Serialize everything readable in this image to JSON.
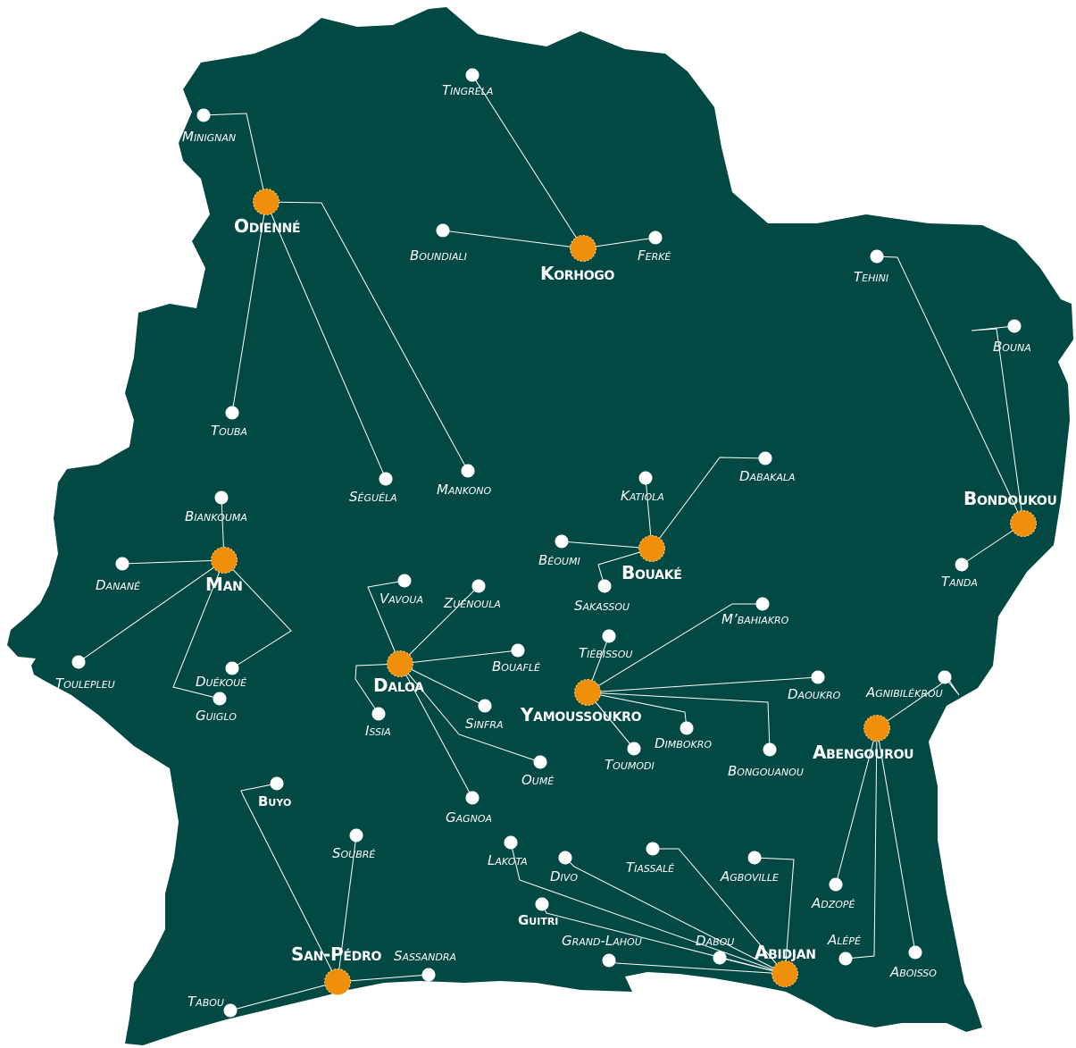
{
  "colors": {
    "land": "#024843",
    "hub": "#f0900a",
    "town": "#ffffff",
    "link": "#ffffff"
  },
  "hubs": [
    {
      "id": "odienne",
      "label": "Odienné"
    },
    {
      "id": "korhogo",
      "label": "Korhogo"
    },
    {
      "id": "man",
      "label": "Man"
    },
    {
      "id": "daloa",
      "label": "Daloa"
    },
    {
      "id": "bouake",
      "label": "Bouaké"
    },
    {
      "id": "yamoussoukro",
      "label": "Yamoussoukro"
    },
    {
      "id": "bondoukou",
      "label": "Bondoukou"
    },
    {
      "id": "abengourou",
      "label": "Abengourou"
    },
    {
      "id": "sanpedro",
      "label": "San-Pédro"
    },
    {
      "id": "abidjan",
      "label": "Abidjan"
    }
  ],
  "towns": [
    {
      "id": "minignan",
      "label": "Minignan",
      "hub": "odienne"
    },
    {
      "id": "touba",
      "label": "Touba",
      "hub": "odienne"
    },
    {
      "id": "seguela",
      "label": "Séguéla",
      "hub": "odienne"
    },
    {
      "id": "mankono",
      "label": "Mankono",
      "hub": "odienne"
    },
    {
      "id": "tingrela",
      "label": "Tingréla",
      "hub": "korhogo"
    },
    {
      "id": "boundiali",
      "label": "Boundiali",
      "hub": "korhogo"
    },
    {
      "id": "ferke",
      "label": "Ferké",
      "hub": "korhogo"
    },
    {
      "id": "tehini",
      "label": "Tehini",
      "hub": "bondoukou"
    },
    {
      "id": "bouna",
      "label": "Bouna",
      "hub": "bondoukou"
    },
    {
      "id": "tanda",
      "label": "Tanda",
      "hub": "bondoukou"
    },
    {
      "id": "biankouma",
      "label": "Biankouma",
      "hub": "man"
    },
    {
      "id": "danane",
      "label": "Danané",
      "hub": "man"
    },
    {
      "id": "toulepleu",
      "label": "Toulepleu",
      "hub": "man"
    },
    {
      "id": "duekoue",
      "label": "Duékoué",
      "hub": "man"
    },
    {
      "id": "guiglo",
      "label": "Guiglo",
      "hub": "man"
    },
    {
      "id": "vavoua",
      "label": "Vavoua",
      "hub": "daloa"
    },
    {
      "id": "zuenoula",
      "label": "Zuénoula",
      "hub": "daloa"
    },
    {
      "id": "bouafle",
      "label": "Bouaflé",
      "hub": "daloa"
    },
    {
      "id": "issia",
      "label": "Issia",
      "hub": "daloa"
    },
    {
      "id": "sinfra",
      "label": "Sinfra",
      "hub": "daloa"
    },
    {
      "id": "oume",
      "label": "Oumé",
      "hub": "daloa"
    },
    {
      "id": "gagnoa",
      "label": "Gagnoa",
      "hub": "daloa"
    },
    {
      "id": "katiola",
      "label": "Katiola",
      "hub": "bouake"
    },
    {
      "id": "dabakala",
      "label": "Dabakala",
      "hub": "bouake"
    },
    {
      "id": "beoumi",
      "label": "Béoumi",
      "hub": "bouake"
    },
    {
      "id": "sakassou",
      "label": "Sakassou",
      "hub": "bouake"
    },
    {
      "id": "mbahiakro",
      "label": "M’bahiakro",
      "hub": "yamoussoukro"
    },
    {
      "id": "tiebissou",
      "label": "Tiébissou",
      "hub": "yamoussoukro"
    },
    {
      "id": "daoukro",
      "label": "Daoukro",
      "hub": "yamoussoukro"
    },
    {
      "id": "dimbokro",
      "label": "Dimbokro",
      "hub": "yamoussoukro"
    },
    {
      "id": "toumodi",
      "label": "Toumodi",
      "hub": "yamoussoukro"
    },
    {
      "id": "bongouanou",
      "label": "Bongouanou",
      "hub": "yamoussoukro"
    },
    {
      "id": "agnibilekrou",
      "label": "Agnibilékrou",
      "hub": "abengourou"
    },
    {
      "id": "adzope",
      "label": "Adzopé",
      "hub": "abengourou"
    },
    {
      "id": "alepe",
      "label": "Alépé",
      "hub": "abengourou"
    },
    {
      "id": "aboisso",
      "label": "Aboisso",
      "hub": "abengourou"
    },
    {
      "id": "buyo",
      "label": "Buyo",
      "hub": "sanpedro"
    },
    {
      "id": "soubre",
      "label": "Soubré",
      "hub": "sanpedro"
    },
    {
      "id": "tabou",
      "label": "Tabou",
      "hub": "sanpedro"
    },
    {
      "id": "sassandra",
      "label": "Sassandra",
      "hub": "sanpedro"
    },
    {
      "id": "lakota",
      "label": "Lakota",
      "hub": "abidjan"
    },
    {
      "id": "divo",
      "label": "Divo",
      "hub": "abidjan"
    },
    {
      "id": "tiassale",
      "label": "Tiassalé",
      "hub": "abidjan"
    },
    {
      "id": "agboville",
      "label": "Agboville",
      "hub": "abidjan"
    },
    {
      "id": "guitri",
      "label": "Guitri",
      "hub": "abidjan"
    },
    {
      "id": "grandlahou",
      "label": "Grand-Lahou",
      "hub": "abidjan"
    },
    {
      "id": "dabou",
      "label": "Dabou",
      "hub": "abidjan"
    }
  ]
}
